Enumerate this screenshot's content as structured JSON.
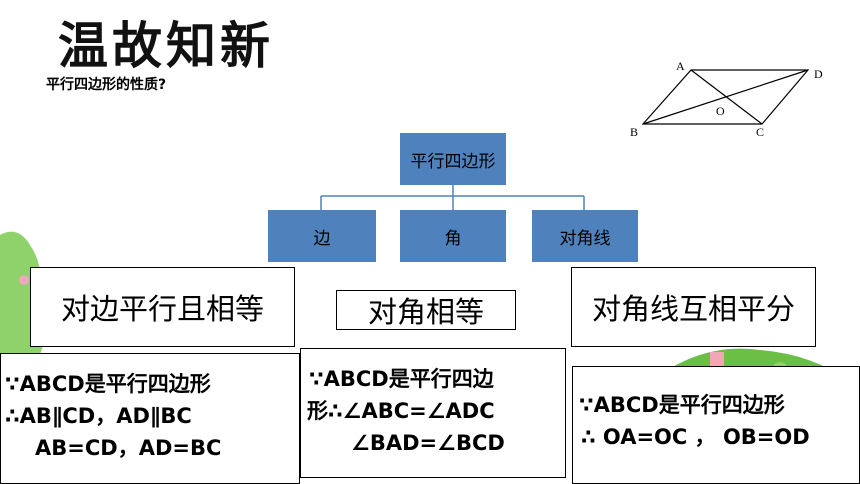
{
  "title": "温故知新",
  "question": "平行四边形的性质?",
  "figure": {
    "labels": {
      "a": "A",
      "b": "B",
      "c": "C",
      "d": "D",
      "o": "O"
    }
  },
  "tree": {
    "root": "平行四边形",
    "branches": [
      "边",
      "角",
      "对角线"
    ]
  },
  "properties": [
    "对边平行且相等",
    "对角相等",
    "对角线互相平分"
  ],
  "proofs": [
    [
      "∵ABCD是平行四边形",
      "∴AB∥CD，AD∥BC",
      "AB=CD，AD=BC"
    ],
    [
      "∵ABCD是平行四边",
      "形∴∠ABC=∠ADC",
      "∠BAD=∠BCD"
    ],
    [
      "∵ABCD是平行四边形",
      "∴ OA=OC ， OB=OD"
    ]
  ],
  "colors": {
    "node_fill": "#4f81bd",
    "line": "#4f81bd",
    "deco_green": "#6bbf45",
    "deco_pink": "#f2a7b6"
  }
}
